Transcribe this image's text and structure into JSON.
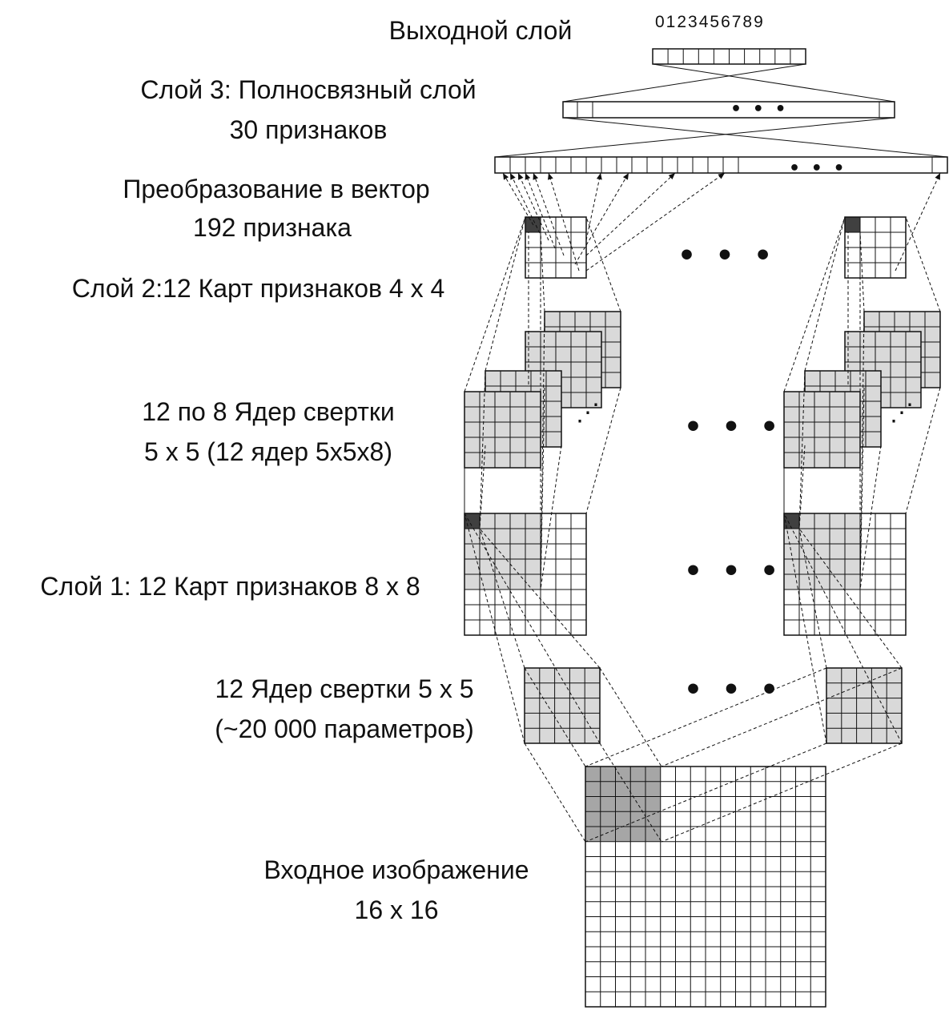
{
  "labels": {
    "output_layer": "Выходной слой",
    "layer3_title": "Слой 3: Полносвязный слой",
    "layer3_count": "30 признаков",
    "flatten_title": "Преобразование в вектор",
    "flatten_count": "192 признака",
    "layer2": "Слой 2:12 Карт признаков 4 х 4",
    "kernels2_line1": "12 по 8 Ядер свертки",
    "kernels2_line2": "5 х 5 (12 ядер 5х5х8)",
    "layer1": "Слой 1: 12 Карт признаков 8 х 8",
    "kernels1_line1": "12 Ядер свертки 5 х 5",
    "kernels1_line2": "(~20 000 параметров)",
    "input_line1": "Входное изображение",
    "input_line2": "16 х 16"
  },
  "output_digits": "0123456789",
  "ellipsis": "• • •",
  "ellipsis_diag": "⋰",
  "colors": {
    "line": "#111111",
    "kernel_fill": "#d9d9d9",
    "dark_cell": "#404040",
    "input_patch": "#a6a6a6"
  }
}
